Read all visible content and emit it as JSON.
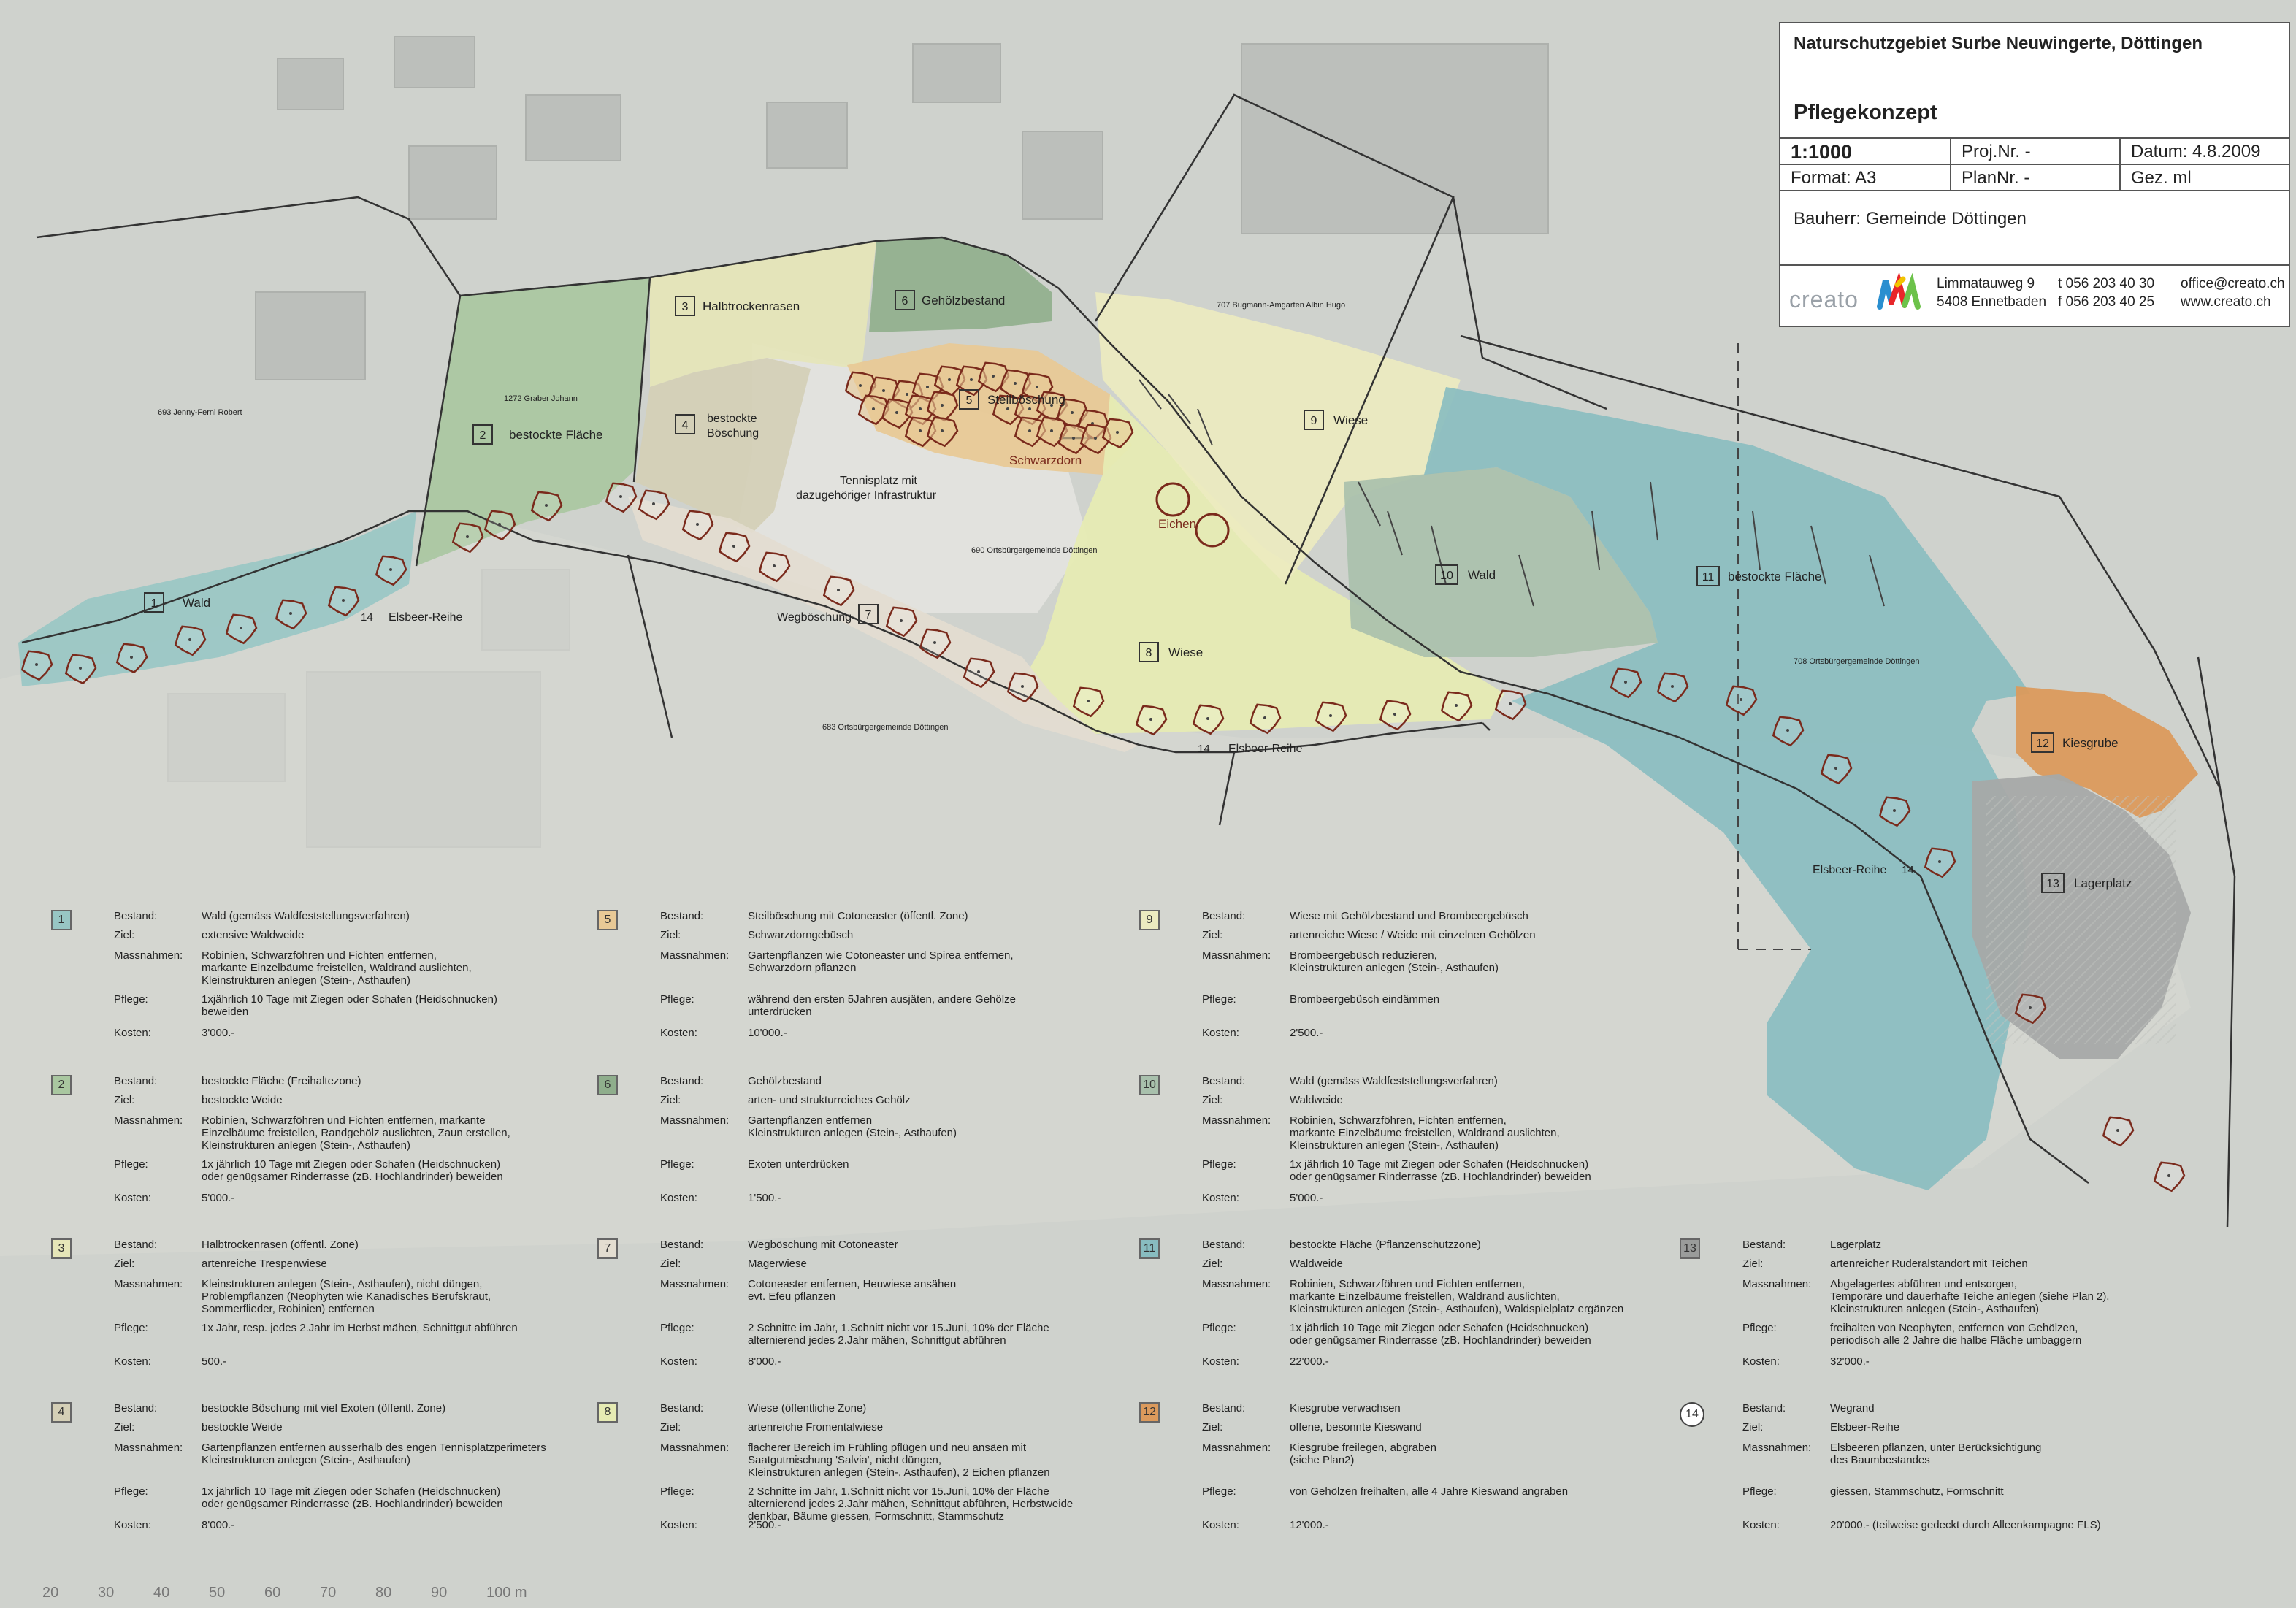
{
  "title_block": {
    "project": "Naturschutzgebiet Surbe Neuwingerte, Döttingen",
    "plan_type": "Pflegekonzept",
    "scale": "1:1000",
    "proj_nr": "Proj.Nr. -",
    "datum": "Datum: 4.8.2009",
    "format": "Format: A3",
    "plan_nr": "PlanNr. -",
    "gez": "Gez. ml",
    "bauherr": "Bauherr: Gemeinde Döttingen",
    "logo_text": "creato",
    "address_1": "Limmatauweg 9",
    "address_2": "5408 Ennetbaden",
    "phone_t": "t 056 203 40 30",
    "phone_f": "f 056 203 40 25",
    "email": "office@creato.ch",
    "web": "www.creato.ch"
  },
  "colors": {
    "wald": "#98c6c4",
    "bestockt": "#a9c7a0",
    "trocken": "#e6e6b8",
    "boeschung": "#d4cfb6",
    "steil": "#e8c996",
    "gehoelz": "#8fae8c",
    "wiese": "#e6ebb3",
    "kies": "#db9a5c",
    "lager": "#b4b7b6",
    "tree": "#7a2a1c"
  },
  "map_labels": {
    "z1": "Wald",
    "z2": "bestockte Fläche",
    "z3": "Halbtrockenrasen",
    "z4a": "bestockte",
    "z4b": "Böschung",
    "z5": "Steilböschung",
    "z6": "Gehölzbestand",
    "z7": "Wegböschung",
    "z8": "Wiese",
    "z9": "Wiese",
    "z10": "Wald",
    "z11": "bestockte Fläche",
    "z12": "Kiesgrube",
    "z13": "Lagerplatz",
    "tennis_1": "Tennisplatz mit",
    "tennis_2": "dazugehöriger Infrastruktur",
    "schwarzdorn": "Schwarzdorn",
    "eichen": "Eichen",
    "elsbeer": "Elsbeer-Reihe",
    "elsbeer2": "Elsbeer-Reihe",
    "elsbeer3": "Elsbeer-Reihe",
    "p1272": "1272 Graber Johann",
    "p693": "693 Jenny-Ferni Robert",
    "p690": "690 Ortsbürgergemeinde Döttingen",
    "p707": "707 Bugmann-Amgarten Albin Hugo",
    "p708": "708 Ortsbürgergemeinde Döttingen",
    "p683": "683 Ortsbürgergemeinde Döttingen",
    "n1": "1",
    "n2": "2",
    "n3": "3",
    "n4": "4",
    "n5": "5",
    "n6": "6",
    "n7": "7",
    "n8": "8",
    "n9": "9",
    "n10": "10",
    "n11": "11",
    "n12": "12",
    "n13": "13",
    "n14a": "14",
    "n14b": "14",
    "n14c": "14"
  },
  "legend": [
    {
      "num": "1",
      "color": "#98c6c4",
      "bestand": "Wald (gemäss Waldfeststellungsverfahren)",
      "ziel": "extensive Waldweide",
      "massnahmen": "Robinien, Schwarzföhren und Fichten entfernen,\nmarkante Einzelbäume freistellen, Waldrand auslichten,\nKleinstrukturen anlegen (Stein-, Asthaufen)",
      "pflege": "1xjährlich 10 Tage mit Ziegen oder Schafen (Heidschnucken)\nbeweiden",
      "kosten": "3'000.-"
    },
    {
      "num": "2",
      "color": "#a9c7a0",
      "bestand": "bestockte Fläche  (Freihaltezone)",
      "ziel": "bestockte Weide",
      "massnahmen": "Robinien, Schwarzföhren und Fichten entfernen, markante\nEinzelbäume freistellen, Randgehölz auslichten, Zaun erstellen,\nKleinstrukturen anlegen (Stein-, Asthaufen)",
      "pflege": "1x jährlich 10 Tage mit Ziegen oder Schafen (Heidschnucken)\noder genügsamer Rinderrasse (zB. Hochlandrinder) beweiden",
      "kosten": "5'000.-"
    },
    {
      "num": "3",
      "color": "#e6e6b8",
      "bestand": "Halbtrockenrasen (öffentl. Zone)",
      "ziel": "artenreiche Trespenwiese",
      "massnahmen": "Kleinstrukturen anlegen (Stein-, Asthaufen), nicht düngen,\nProblempflanzen (Neophyten wie Kanadisches Berufskraut,\nSommerflieder, Robinien) entfernen",
      "pflege": "1x Jahr, resp. jedes 2.Jahr im Herbst mähen, Schnittgut abführen",
      "kosten": "500.-"
    },
    {
      "num": "4",
      "color": "#d4cfb6",
      "bestand": "bestockte Böschung mit viel Exoten (öffentl. Zone)",
      "ziel": "bestockte Weide",
      "massnahmen": "Gartenpflanzen entfernen ausserhalb des engen Tennisplatzperimeters\nKleinstrukturen anlegen (Stein-, Asthaufen)",
      "pflege": "1x jährlich 10 Tage mit Ziegen oder Schafen (Heidschnucken)\noder genügsamer Rinderrasse (zB. Hochlandrinder) beweiden",
      "kosten": "8'000.-"
    },
    {
      "num": "5",
      "color": "#e8c996",
      "bestand": "Steilböschung mit Cotoneaster (öffentl. Zone)",
      "ziel": "Schwarzdorngebüsch",
      "massnahmen": "Gartenpflanzen wie Cotoneaster und Spirea entfernen,\nSchwarzdorn pflanzen",
      "pflege": "während den ersten 5Jahren ausjäten, andere Gehölze\nunterdrücken",
      "kosten": "10'000.-"
    },
    {
      "num": "6",
      "color": "#8fae8c",
      "bestand": "Gehölzbestand",
      "ziel": "arten- und strukturreiches Gehölz",
      "massnahmen": "Gartenpflanzen entfernen\nKleinstrukturen anlegen (Stein-, Asthaufen)",
      "pflege": "Exoten unterdrücken",
      "kosten": "1'500.-"
    },
    {
      "num": "7",
      "color": "#e3ddd0",
      "bestand": "Wegböschung mit Cotoneaster",
      "ziel": "Magerwiese",
      "massnahmen": "Cotoneaster entfernen, Heuwiese ansähen\nevt. Efeu pflanzen",
      "pflege": "2 Schnitte im Jahr, 1.Schnitt nicht vor 15.Juni, 10% der Fläche\nalternierend jedes 2.Jahr mähen, Schnittgut abführen",
      "kosten": "8'000.-"
    },
    {
      "num": "8",
      "color": "#e6ebb3",
      "bestand": "Wiese (öffentliche Zone)",
      "ziel": "artenreiche Fromentalwiese",
      "massnahmen": "flacherer Bereich im Frühling pflügen und neu ansäen mit\nSaatgutmischung 'Salvia', nicht düngen,\nKleinstrukturen anlegen (Stein-, Asthaufen), 2 Eichen pflanzen",
      "pflege": "2 Schnitte im Jahr, 1.Schnitt nicht vor 15.Juni, 10% der Fläche\nalternierend jedes 2.Jahr mähen, Schnittgut abführen, Herbstweide\ndenkbar, Bäume giessen, Formschnitt, Stammschutz",
      "kosten": "2'500.-"
    },
    {
      "num": "9",
      "color": "#ecebc0",
      "bestand": "Wiese mit Gehölzbestand und Brombeergebüsch",
      "ziel": "artenreiche Wiese / Weide mit einzelnen Gehölzen",
      "massnahmen": "Brombeergebüsch reduzieren,\nKleinstrukturen anlegen (Stein-, Asthaufen)",
      "pflege": "Brombeergebüsch eindämmen",
      "kosten": "2'500.-"
    },
    {
      "num": "10",
      "color": "#a8c0ac",
      "bestand": "Wald (gemäss Waldfeststellungsverfahren)",
      "ziel": "Waldweide",
      "massnahmen": "Robinien, Schwarzföhren, Fichten entfernen,\nmarkante Einzelbäume freistellen, Waldrand auslichten,\nKleinstrukturen anlegen (Stein-, Asthaufen)",
      "pflege": "1x jährlich 10 Tage mit Ziegen oder Schafen (Heidschnucken)\noder genügsamer Rinderrasse (zB. Hochlandrinder) beweiden",
      "kosten": "5'000.-"
    },
    {
      "num": "11",
      "color": "#88bcc0",
      "bestand": "bestockte Fläche (Pflanzenschutzzone)",
      "ziel": "Waldweide",
      "massnahmen": "Robinien, Schwarzföhren und Fichten entfernen,\nmarkante Einzelbäume freistellen, Waldrand auslichten,\nKleinstrukturen anlegen (Stein-, Asthaufen), Waldspielplatz ergänzen",
      "pflege": "1x jährlich 10 Tage mit Ziegen oder Schafen (Heidschnucken)\noder genügsamer Rinderrasse (zB. Hochlandrinder) beweiden",
      "kosten": "22'000.-"
    },
    {
      "num": "12",
      "color": "#db9a5c",
      "bestand": "Kiesgrube verwachsen",
      "ziel": "offene, besonnte Kieswand",
      "massnahmen": "Kiesgrube freilegen, abgraben\n(siehe Plan2)",
      "pflege": "von Gehölzen freihalten, alle 4 Jahre Kieswand angraben",
      "kosten": "12'000.-"
    },
    {
      "num": "13",
      "color": "#9a9c9b",
      "bestand": "Lagerplatz",
      "ziel": "artenreicher Ruderalstandort mit Teichen",
      "massnahmen": "Abgelagertes abführen und entsorgen,\nTemporäre und dauerhafte Teiche anlegen (siehe Plan 2),\nKleinstrukturen anlegen (Stein-, Asthaufen)",
      "pflege": "freihalten von Neophyten, entfernen von Gehölzen,\nperiodisch alle 2 Jahre die halbe Fläche umbaggern",
      "kosten": "32'000.-"
    },
    {
      "num": "14",
      "color": "tree",
      "bestand": "Wegrand",
      "ziel": "Elsbeer-Reihe",
      "massnahmen": "Elsbeeren pflanzen, unter Berücksichtigung\ndes Baumbestandes",
      "pflege": "giessen, Stammschutz, Formschnitt",
      "kosten": "20'000.- (teilweise gedeckt durch Alleenkampagne FLS)"
    }
  ],
  "legend_keys": {
    "bestand": "Bestand:",
    "ziel": "Ziel:",
    "massnahmen": "Massnahmen:",
    "pflege": "Pflege:",
    "kosten": "Kosten:"
  },
  "scale_bar": [
    "20",
    "30",
    "40",
    "50",
    "60",
    "70",
    "80",
    "90",
    "100 m"
  ]
}
